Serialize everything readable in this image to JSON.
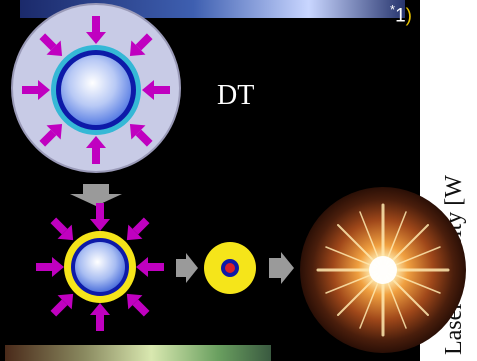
{
  "labels": {
    "dt": "DT",
    "footnote_star": "*",
    "footnote_number": "1",
    "footnote_paren": ")",
    "axis_label": "Laser Intensity [W"
  },
  "colors": {
    "background": "#000000",
    "arrow": "#c000c0",
    "capsule_outer": "#c8cbe6",
    "capsule_ring": "#35b8d6",
    "shell": "#0d1aa8",
    "core": "#7fa0ee",
    "hot_ring": "#f5e51a",
    "hot_spot": "#d8202a",
    "flow_arrow": "#9a9a9a"
  },
  "icons": {
    "implosion_arrows": "inward-arrows",
    "flow_arrows": "block-arrow-right",
    "burst": "fusion-burst"
  }
}
